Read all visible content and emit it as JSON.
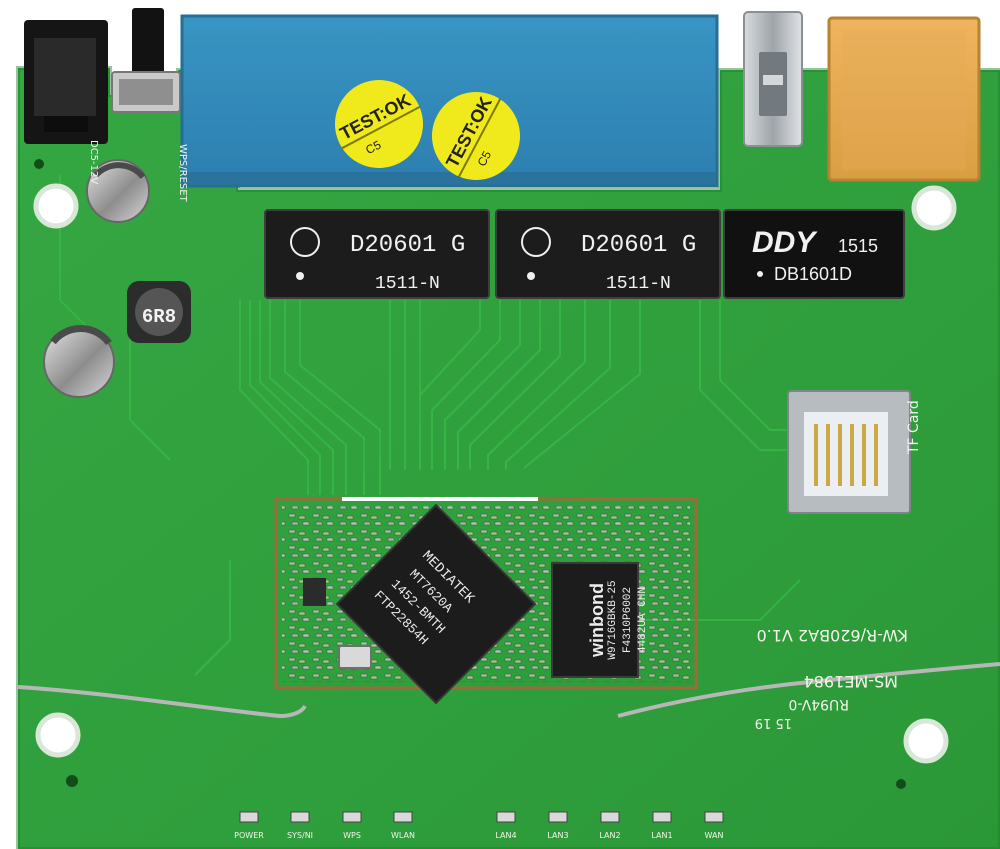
{
  "board": {
    "type": "router-pcb",
    "colors": {
      "pcb": "#2f9f3a",
      "pcb_dark": "#23822e",
      "trace": "#34b443",
      "silk": "#f2f5ea",
      "gold": "#d6b35a",
      "blue_shield": "#2f8fc0",
      "yellow_sticker": "#f0ea1c",
      "orange_connector": "#e2a549",
      "chip_black": "#1b1b1b",
      "metal": "#b7bbbf"
    },
    "components": {
      "transformer_1_top": "D20601 G",
      "transformer_1_bottom": "1511-N",
      "transformer_2_top": "D20601 G",
      "transformer_2_bottom": "1511-N",
      "transformer_3_brand": "DDY",
      "transformer_3_code": "1515",
      "transformer_3_part": "DB1601D",
      "soc_line_1": "MEDIATEK",
      "soc_line_2": "MT7620A",
      "soc_line_3": "1452-BMTH",
      "soc_line_4": "FTP22854H",
      "ram_brand": "winbond",
      "ram_line_1": "W9716GBKB-25",
      "ram_line_2": "F4310P6002",
      "ram_line_3": "4482UA CHN",
      "inductor_label": "6R8",
      "sticker_1_text": "TEST:OK",
      "sticker_1_sub": "C5",
      "sticker_2_text": "TEST:OK",
      "sticker_2_sub": "C5"
    },
    "silkscreen": {
      "card_slot_label": "TF Card",
      "board_model": "KW-R/620BA2 V1.0",
      "board_code": "MS-ME1984",
      "cert_code": "RU94V-0",
      "date_code": "15 19",
      "wps_label": "WPS/RESET",
      "dc_label": "DC5-12V",
      "leds": [
        "POWER",
        "SYS/NI",
        "WPS",
        "WLAN",
        "LAN4",
        "LAN3",
        "LAN2",
        "LAN1",
        "WAN"
      ]
    }
  }
}
